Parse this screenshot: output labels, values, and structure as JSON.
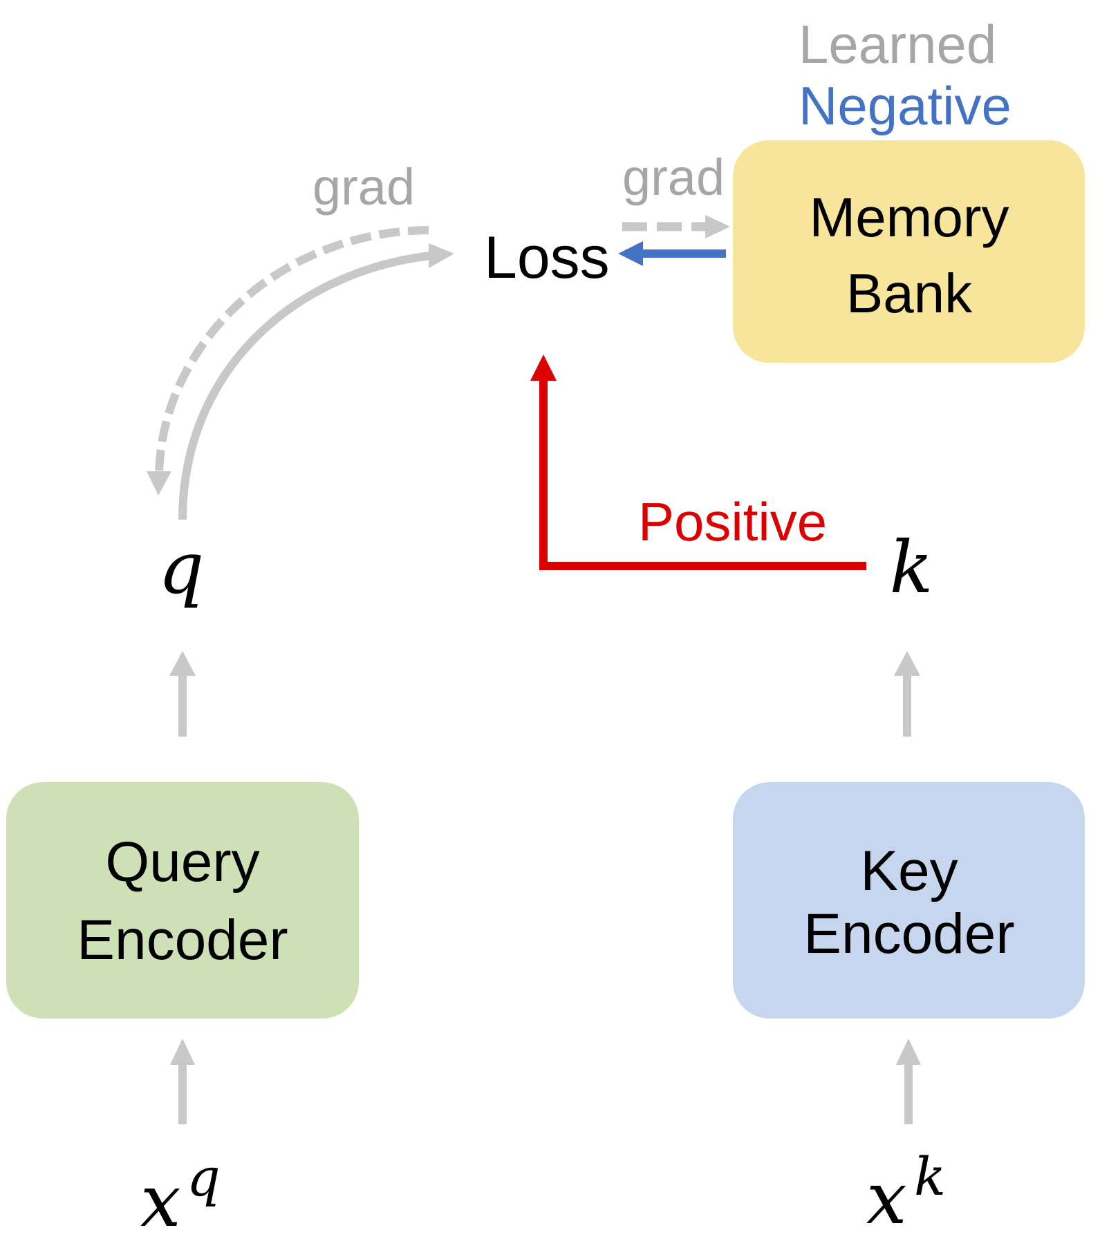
{
  "title_labels": {
    "learned": "Learned",
    "negative": "Negative"
  },
  "nodes": {
    "memory_bank": {
      "line1": "Memory",
      "line2": "Bank"
    },
    "query_encoder": {
      "line1": "Query",
      "line2": "Encoder"
    },
    "key_encoder": {
      "line1": "Key",
      "line2": "Encoder"
    },
    "loss": "Loss",
    "q": "q",
    "k": "k",
    "xq_base": "x",
    "xq_sup": "q",
    "xk_base": "x",
    "xk_sup": "k"
  },
  "edge_labels": {
    "grad_left": "grad",
    "grad_right": "grad",
    "positive": "Positive"
  },
  "colors": {
    "memory_bank_fill": "#f7e59c",
    "query_encoder_fill": "#cde0b6",
    "key_encoder_fill": "#c5d6ee",
    "gray_arrow": "#c8c8c8",
    "gray_text": "#a6a6a6",
    "negative_blue": "#4472c4",
    "positive_red": "#dc0000",
    "text": "#000000"
  }
}
